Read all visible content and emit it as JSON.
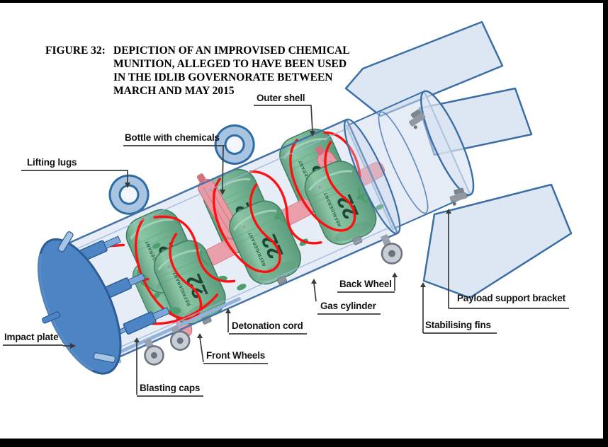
{
  "figure_caption": {
    "prefix": "FIGURE 32:",
    "lines": [
      "DEPICTION OF AN IMPROVISED CHEMICAL",
      "MUNITION, ALLEGED TO HAVE BEEN USED",
      "IN THE IDLIB GOVERNORATE BETWEEN",
      "MARCH AND MAY 2015"
    ]
  },
  "labels": {
    "outer_shell": "Outer shell",
    "bottle_with_chemicals": "Bottle with chemicals",
    "lifting_lugs": "Lifting lugs",
    "impact_plate": "Impact plate",
    "blasting_caps": "Blasting caps",
    "front_wheels": "Front Wheels",
    "detonation_cord": "Detonation cord",
    "gas_cylinder": "Gas cylinder",
    "back_wheel": "Back Wheel",
    "payload_support_bracket": "Payload support bracket",
    "stabilising_fins": "Stabilising fins"
  },
  "diagram": {
    "cylinder_marking": "22",
    "cylinder_brand": "REFRIGERANT",
    "colors": {
      "shell_fill": "#d7e2f0",
      "shell_stroke": "#4472a8",
      "fin_fill": "#dde7f3",
      "fin_stroke": "#3a6ea5",
      "tank_green": "#79b897",
      "tank_stroke": "#3e7e60",
      "detonation_cord_red": "#ff0f0f",
      "chemical_bottle_pink": "#e89aa5",
      "impact_plate_blue": "#4d84c4",
      "leader_line": "#3b3b3b"
    }
  }
}
